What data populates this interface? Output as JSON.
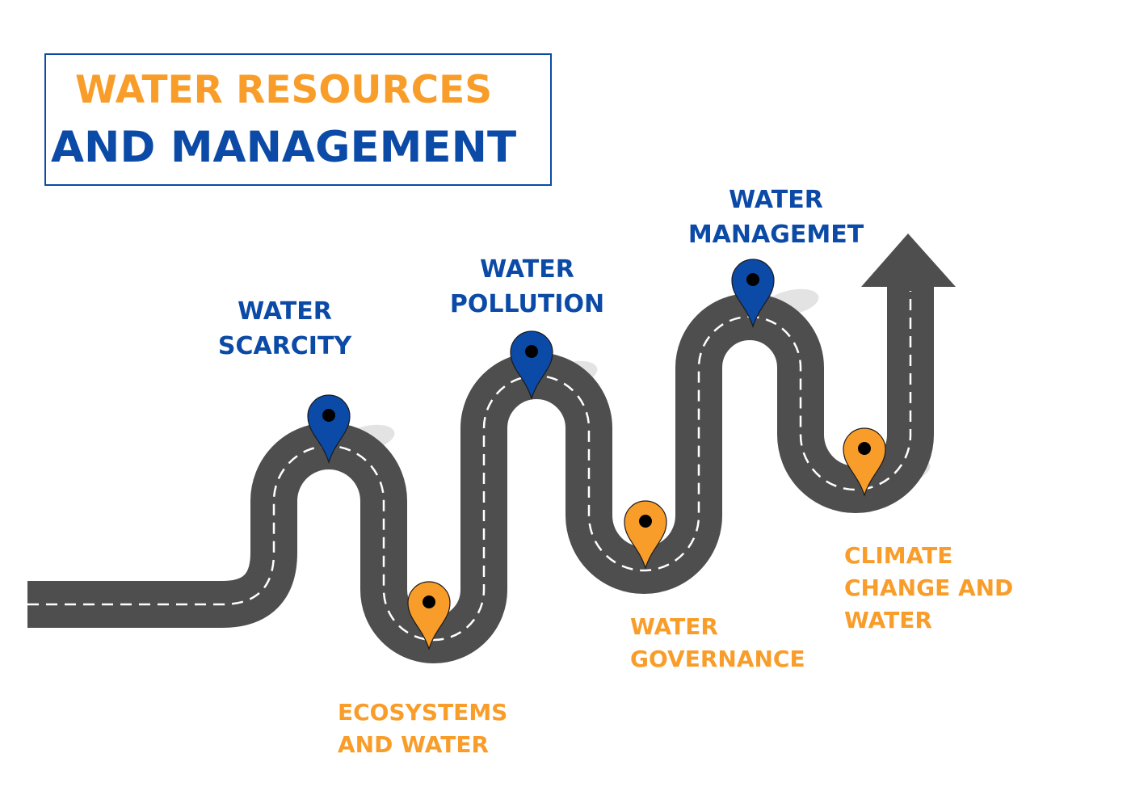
{
  "title": {
    "line1": "WATER RESOURCES",
    "line2": "AND MANAGEMENT"
  },
  "colors": {
    "blue": "#0b4aa6",
    "orange": "#f99d2a",
    "road": "#4e4e4e",
    "shadow": "#e3e3e3"
  },
  "milestones": [
    {
      "id": "water-scarcity",
      "lines": [
        "WATER",
        "SCARCITY"
      ],
      "color": "blue"
    },
    {
      "id": "ecosystems-and-water",
      "lines": [
        "ECOSYSTEMS",
        "AND WATER"
      ],
      "color": "orange"
    },
    {
      "id": "water-pollution",
      "lines": [
        "WATER",
        "POLLUTION"
      ],
      "color": "blue"
    },
    {
      "id": "water-governance",
      "lines": [
        "WATER",
        "GOVERNANCE"
      ],
      "color": "orange"
    },
    {
      "id": "water-managemet",
      "lines": [
        "WATER",
        "MANAGEMET"
      ],
      "color": "blue"
    },
    {
      "id": "climate-change-and-water",
      "lines": [
        "CLIMATE",
        "CHANGE AND",
        "WATER"
      ],
      "color": "orange"
    }
  ],
  "icons": {
    "pin": "map-pin-icon",
    "arrow": "arrow-up-icon"
  }
}
